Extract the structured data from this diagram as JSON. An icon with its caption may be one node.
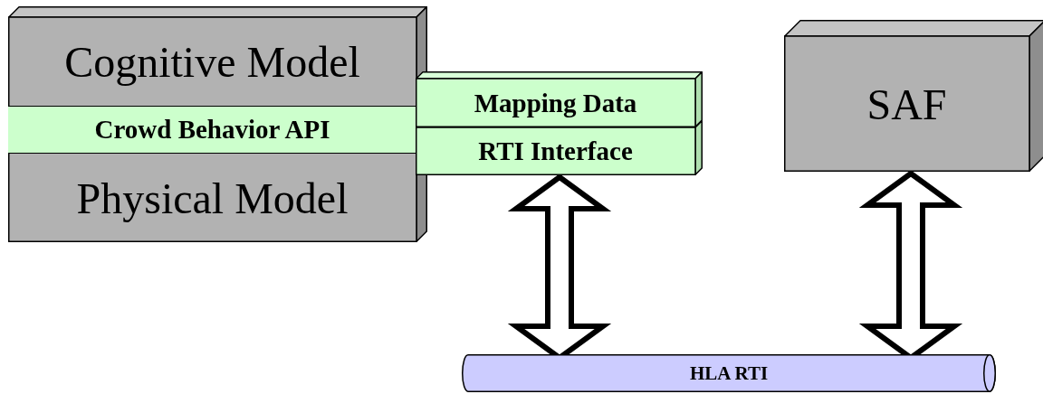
{
  "diagram": {
    "nodes": [
      {
        "text": [
          "Cognitive Model",
          "Physical Model"
        ]
      },
      {
        "text": [
          "Crowd Behavior API"
        ],
        "in": 0
      },
      {
        "text": [
          "Mapping Data"
        ]
      },
      {
        "text": [
          "RTI Interface"
        ]
      },
      {
        "text": [
          "SAF"
        ]
      },
      {
        "text": [
          "HLA RTI"
        ]
      }
    ],
    "edges": [
      {
        "from": 3,
        "to": 5,
        "arrow": "both"
      },
      {
        "from": 4,
        "to": 5,
        "arrow": "both"
      }
    ]
  }
}
